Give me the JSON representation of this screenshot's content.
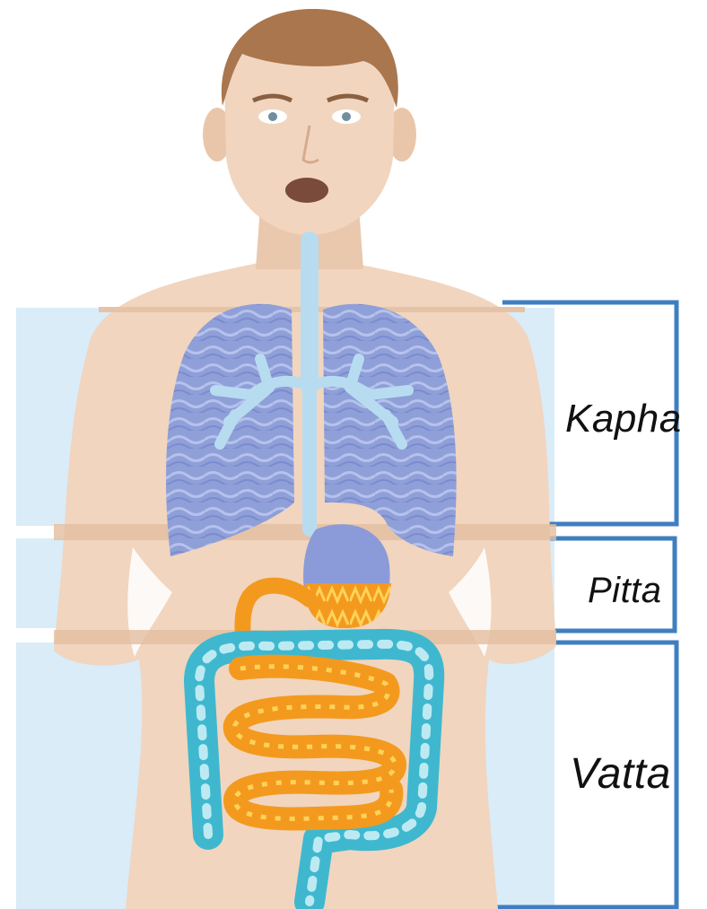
{
  "zones": [
    {
      "id": "kapha",
      "label": "Kapha"
    },
    {
      "id": "pitta",
      "label": "Pitta"
    },
    {
      "id": "vatta",
      "label": "Vatta"
    }
  ],
  "colors": {
    "skin": "#f1d5bf",
    "skin_shadow": "#e3bea0",
    "hair": "#a9764e",
    "lung": "#8f9fd8",
    "airway": "#b7dcf0",
    "stomach": "#8b9ad8",
    "small_intestine": "#f39a1e",
    "large_intestine": "#3fb8cf",
    "zone_band": "#d9ecf8",
    "bracket_line": "#3f7fc1"
  },
  "icons": {
    "figure": "human-torso-illustration",
    "lungs": "lungs-icon",
    "stomach": "stomach-icon",
    "intestines": "intestines-icon"
  }
}
